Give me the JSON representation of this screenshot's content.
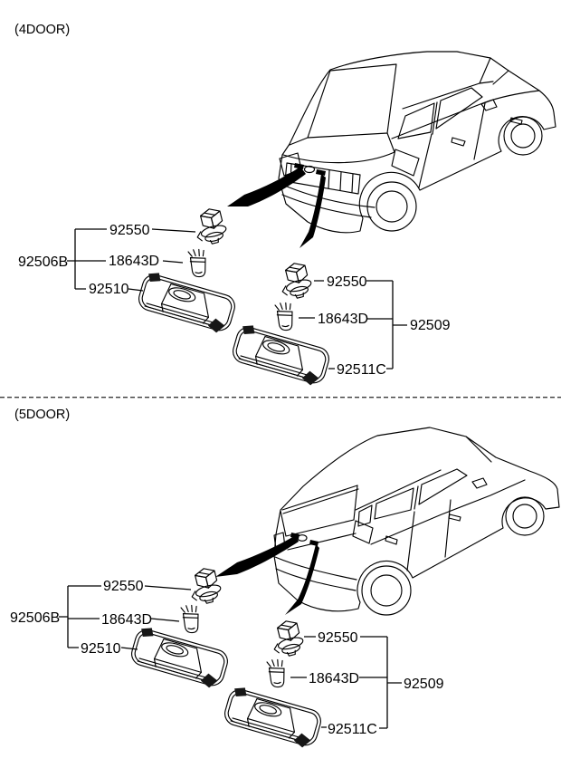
{
  "colors": {
    "background": "#ffffff",
    "ink": "#000000"
  },
  "divider_style": "dashed",
  "sections": [
    {
      "title": "(4DOOR)",
      "left_group": {
        "group_label": "92506B",
        "part_labels": [
          "92550",
          "18643D",
          "92510"
        ]
      },
      "right_group": {
        "assembly_label": "92509",
        "part_labels": [
          "92550",
          "18643D",
          "92511C"
        ]
      }
    },
    {
      "title": "(5DOOR)",
      "left_group": {
        "group_label": "92506B",
        "part_labels": [
          "92550",
          "18643D",
          "92510"
        ]
      },
      "right_group": {
        "assembly_label": "92509",
        "part_labels": [
          "92550",
          "18643D",
          "92511C"
        ]
      }
    }
  ]
}
